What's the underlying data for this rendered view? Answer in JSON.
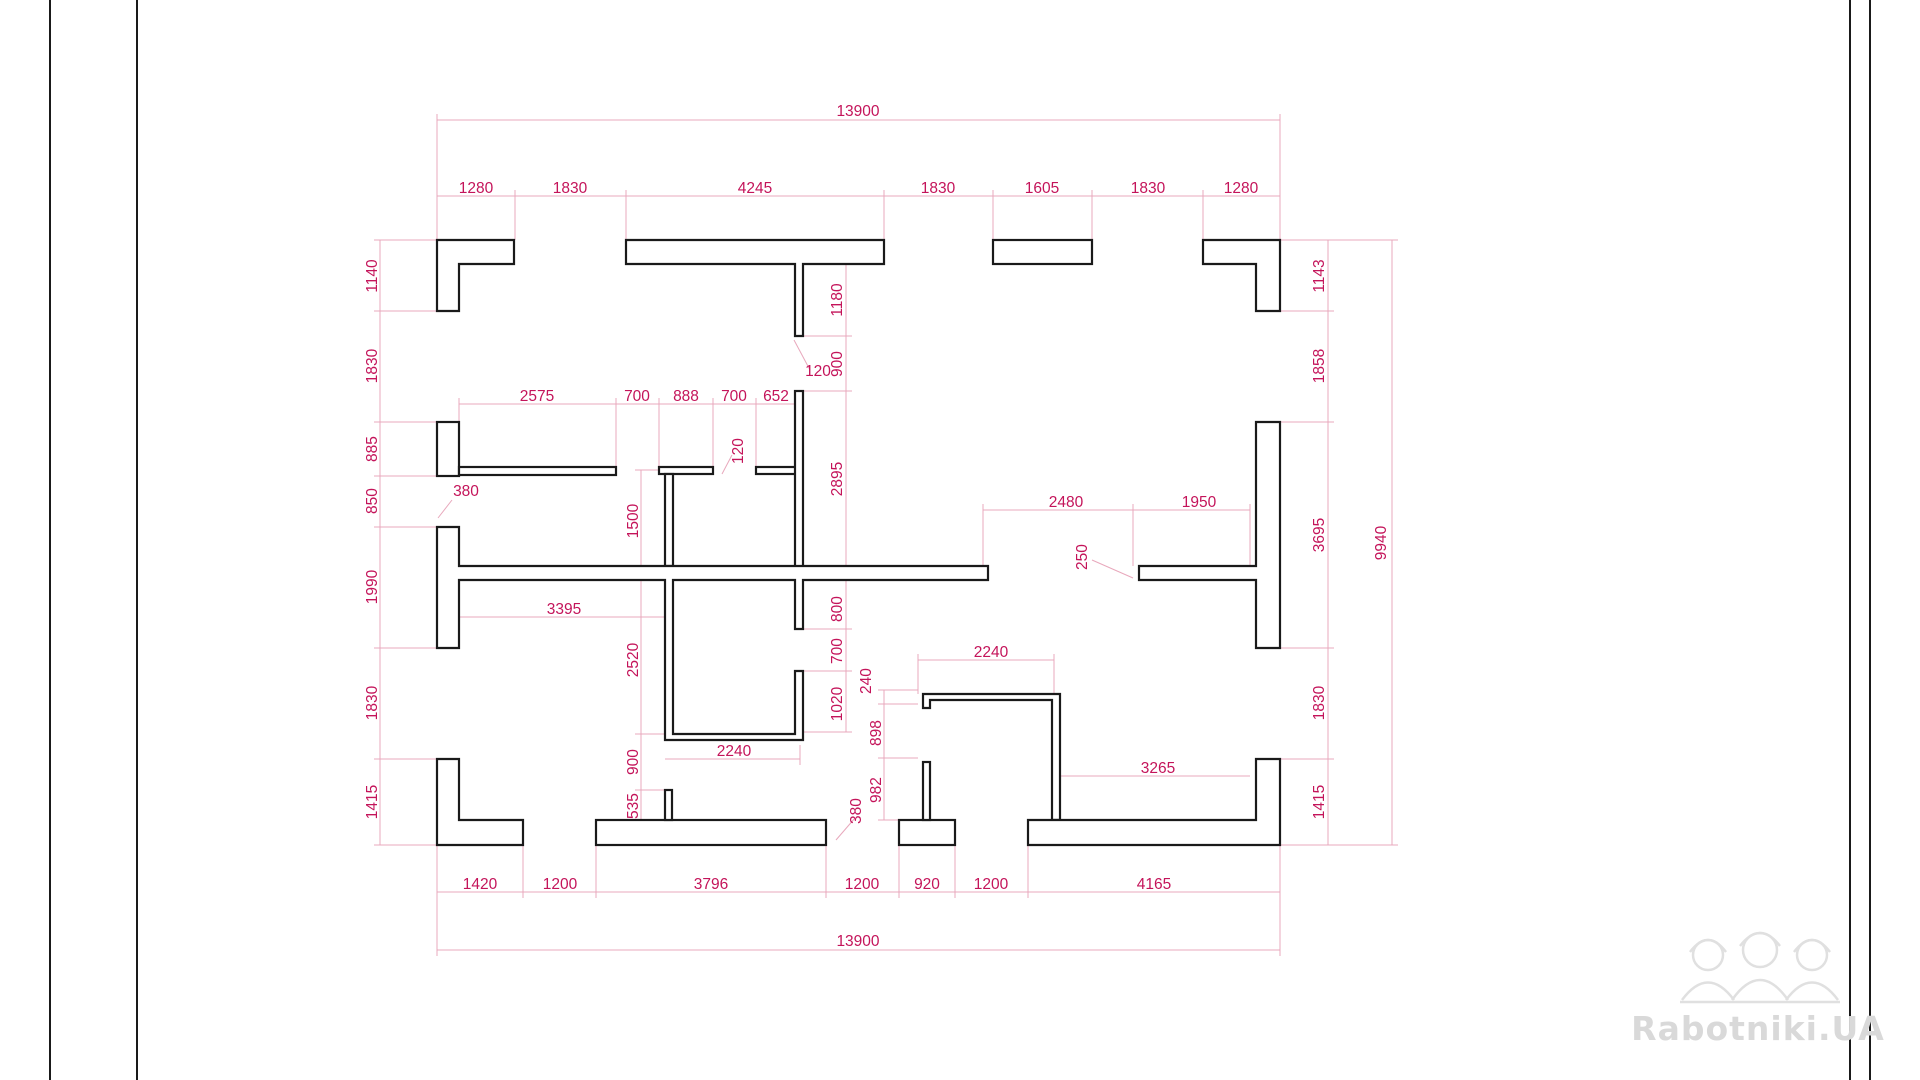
{
  "drawing": {
    "dimension_color": "#c4145a",
    "wall_color": "#1a1a1a",
    "overall": {
      "top": "13900",
      "bottom": "13900",
      "right": "9940"
    },
    "top_row": [
      "1280",
      "1830",
      "4245",
      "1830",
      "1605",
      "1830",
      "1280"
    ],
    "bottom_row": [
      "1420",
      "1200",
      "3796",
      "1200",
      "920",
      "1200",
      "4165"
    ],
    "left_column": [
      "1140",
      "1830",
      "885",
      "850",
      "1990",
      "1830",
      "1415"
    ],
    "right_column": [
      "1143",
      "1858",
      "3695",
      "1830",
      "1415"
    ],
    "interior": {
      "corridor_wall": "1180",
      "opening_900": "900",
      "wall_120_a": "120",
      "room_upper_left": "2575",
      "opening_700_a": "700",
      "closet_888": "888",
      "opening_700_b": "700",
      "wall_652": "652",
      "wall_120_b": "120",
      "wall_380": "380",
      "bath_1500": "1500",
      "hall_2895": "2895",
      "living_2480": "2480",
      "living_1950": "1950",
      "wall_250": "250",
      "room_3395": "3395",
      "bath_2520": "2520",
      "opening_800": "800",
      "opening_700_c": "700",
      "closet_1020": "1020",
      "bath_2240_bottom": "2240",
      "opening_900_b": "900",
      "wall_535": "535",
      "wall_380_b": "380",
      "kitchen_2240_top": "2240",
      "wall_240": "240",
      "kitchen_898": "898",
      "kitchen_982": "982",
      "kitchen_3265": "3265"
    }
  },
  "watermark": {
    "text": "Rabotniki.UA",
    "icon": "three-workers-helmet-icon"
  }
}
